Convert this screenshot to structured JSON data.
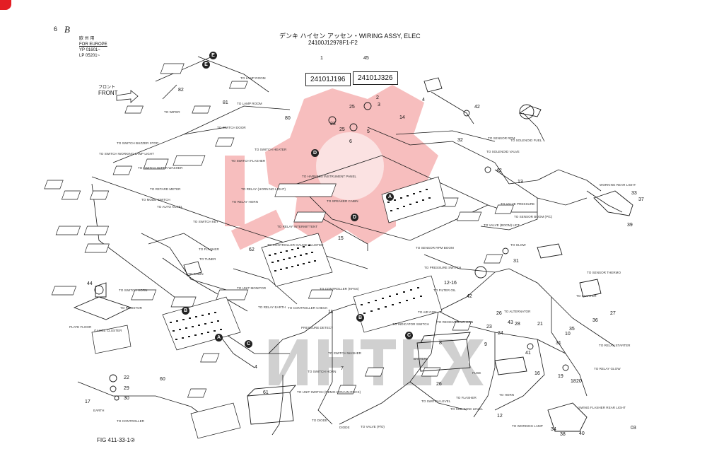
{
  "header": {
    "page_number": "6",
    "page_letter": "B",
    "title": "デンキ ハイセン アッセン・WIRING ASSY, ELEC",
    "part_number": "24100J12978F1-F2"
  },
  "applicability": {
    "market_jp": "欧 州 用",
    "market": "FOR EUROPE",
    "serial_1": "YP 01601~",
    "serial_2": "LP 05201~"
  },
  "front_label": {
    "jp": "フロント",
    "en": "FRONT"
  },
  "sub_assemblies": [
    {
      "callout": "1",
      "part": "24101J196"
    },
    {
      "callout": "45",
      "part": "24101J326"
    }
  ],
  "circle_marks": [
    "A",
    "B",
    "C",
    "D",
    "E"
  ],
  "callouts": [
    "1",
    "2",
    "3",
    "4",
    "5",
    "6",
    "7",
    "8",
    "9",
    "10",
    "11",
    "12",
    "12-16",
    "13",
    "14",
    "15",
    "16",
    "17",
    "18",
    "19",
    "20",
    "21",
    "22",
    "23",
    "24",
    "25",
    "26",
    "27",
    "28",
    "29",
    "30",
    "31",
    "32",
    "33",
    "34",
    "35",
    "36",
    "37",
    "38",
    "39",
    "40",
    "41",
    "42",
    "43",
    "44",
    "45",
    "60",
    "61",
    "62",
    "80",
    "81",
    "82"
  ],
  "connector_labels": [
    "TO LAMP ROOM",
    "TO LAMP ROOM",
    "TO WIPER",
    "TO SWITCH DOOR",
    "TO SWITCH BUZZER STOP",
    "TO SWITCH WORKING LAMP LIGHT",
    "TO SWITCH FLASHER",
    "TO SWITCH HEATER",
    "TO SWITCH WIPER WASHER",
    "TO RETARD METER",
    "TO MODE SWITCH",
    "TO AUTO ACCEL",
    "TO HARNESS INSTRUMENT PANEL",
    "TO SPEAKER CABIN",
    "TO RELAY HORN",
    "TO RELAY (HORN NO LIGHT)",
    "TO SWITCH KEY",
    "TO FLASHER",
    "TO SWITCH HORN",
    "TO RESISTOR",
    "TO TUNER",
    "TO CABIN",
    "TO CONTROLLER GAUGE CLUSTER",
    "TO RELAY INTERMITTENT",
    "TO UNIT MONITOR",
    "TO RELAY EARTH",
    "TO CONTROLLER CHECK",
    "TO CONTROLLER (KPSS)",
    "PRESSURE DETECT",
    "TO SWITCH WASHER",
    "TO SWITCH HORN",
    "TO SENSOR RPM",
    "TO SOLENOID VALVE",
    "TO PRESSURE SWITCH",
    "TO FILTER OIL",
    "TO INDICATOR SWITCH",
    "TO RECEIVER AIR CON",
    "TO ALTERNATOR",
    "TO SENSOR THERMO",
    "TO STARTER",
    "TO RELAY GLOW",
    "TO RELAY STARTER",
    "TO GLOW",
    "TO SOLENOID FUEL",
    "TO VALVE PRESSURE",
    "TO VALVE (BOOM) LIFT",
    "TO SUB-TANK LEVEL",
    "TO SWITCH LEVEL",
    "TO VALVE (P/O)",
    "TO DIODE",
    "TO UNIT SWITCH (REMO-CON UN-ROCK)",
    "TO HORN",
    "TO WORKING LAMP",
    "EARTH",
    "DIODE",
    "BATTERY",
    "FUSE",
    "TO FLASHER",
    "TO SENSOR BOOM (P/C)",
    "TO SENSOR RPM BOOM",
    "TO AIR CON",
    "TO CONTROLLER",
    "PLATE FLOOR",
    "GAUGE CLUSTER",
    "SWING FLASHER REAR LIGHT",
    "WORKING REAR LIGHT"
  ],
  "fig_label": "FIG 411-33-1②",
  "page_code": "03",
  "watermark_text": "ИНТЕХ",
  "colors": {
    "line": "#1a1a1a",
    "watermark_red": "#f4a7a7",
    "watermark_gray": "#c8c8c8",
    "corner_badge": "#e31e24"
  }
}
